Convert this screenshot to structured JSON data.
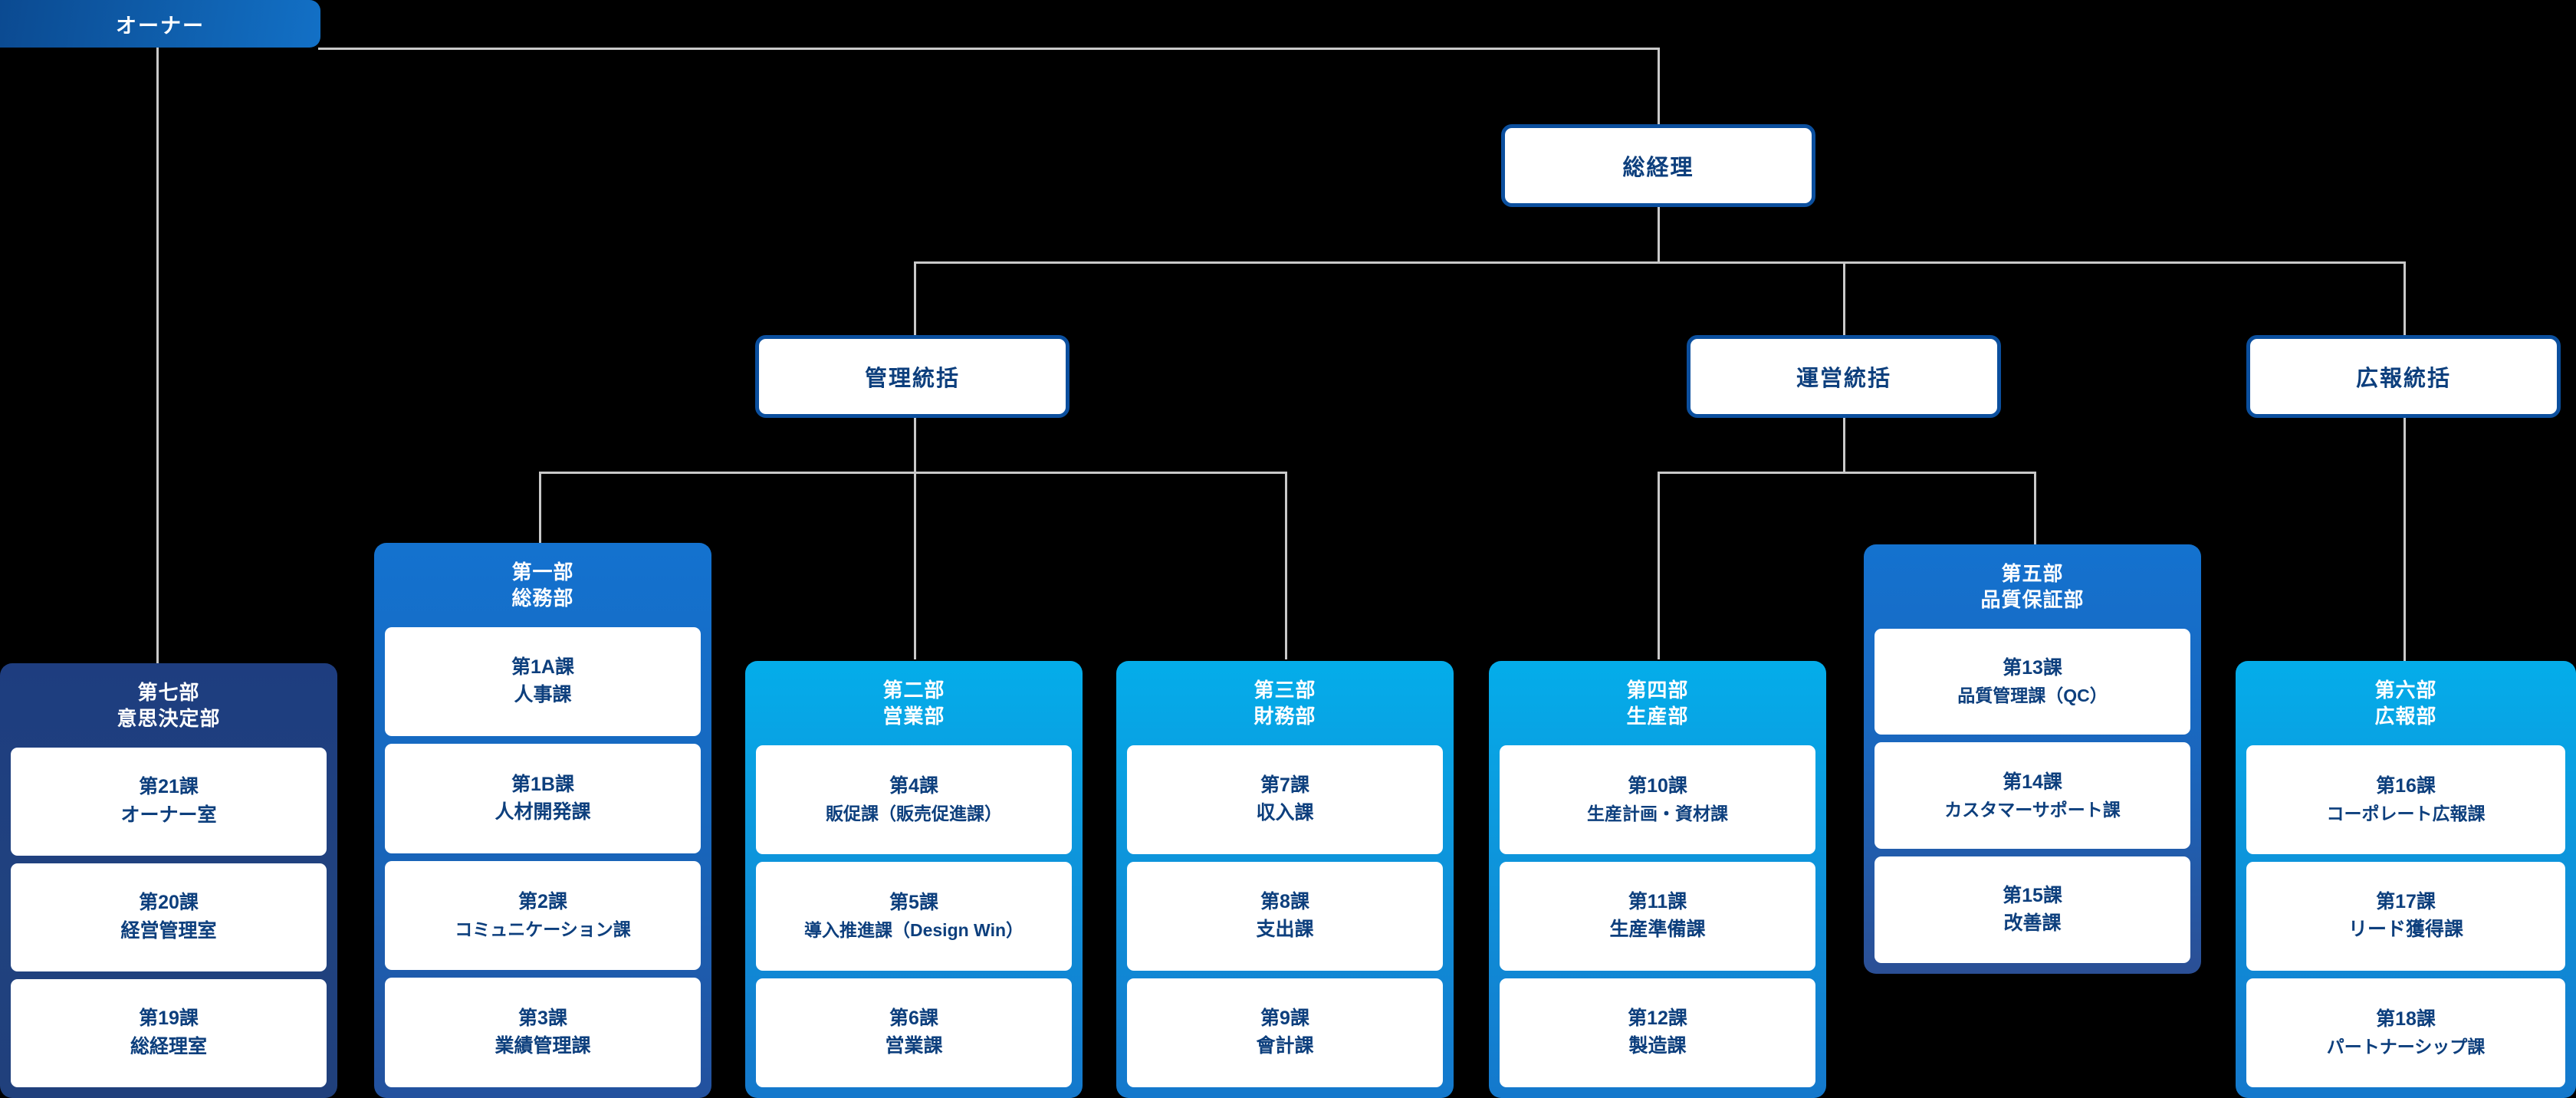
{
  "owner": {
    "label": "オーナー"
  },
  "executives": [
    {
      "id": "ceo",
      "label": "総経理"
    },
    {
      "id": "kanri",
      "label": "管理統括"
    },
    {
      "id": "unei",
      "label": "運営統括"
    },
    {
      "id": "kouhou",
      "label": "広報統括"
    }
  ],
  "departments": [
    {
      "id": "dept7",
      "code": "第七部",
      "name": "意思決定部",
      "theme": "navy",
      "units": [
        {
          "code": "第21課",
          "name": "オーナー室"
        },
        {
          "code": "第20課",
          "name": "経営管理室"
        },
        {
          "code": "第19課",
          "name": "総経理室"
        }
      ]
    },
    {
      "id": "dept1",
      "code": "第一部",
      "name": "総務部",
      "theme": "blue",
      "units": [
        {
          "code": "第1A課",
          "name": "人事課"
        },
        {
          "code": "第1B課",
          "name": "人材開発課"
        },
        {
          "code": "第2課",
          "name": "コミュニケーション課"
        },
        {
          "code": "第3課",
          "name": "業績管理課"
        }
      ]
    },
    {
      "id": "dept2",
      "code": "第二部",
      "name": "営業部",
      "theme": "cyan",
      "units": [
        {
          "code": "第4課",
          "name": "販促課（販売促進課）"
        },
        {
          "code": "第5課",
          "name": "導入推進課（Design Win）"
        },
        {
          "code": "第6課",
          "name": "営業課"
        }
      ]
    },
    {
      "id": "dept3",
      "code": "第三部",
      "name": "財務部",
      "theme": "cyan",
      "units": [
        {
          "code": "第7課",
          "name": "収入課"
        },
        {
          "code": "第8課",
          "name": "支出課"
        },
        {
          "code": "第9課",
          "name": "會計課"
        }
      ]
    },
    {
      "id": "dept4",
      "code": "第四部",
      "name": "生産部",
      "theme": "cyan",
      "units": [
        {
          "code": "第10課",
          "name": "生産計画・資材課"
        },
        {
          "code": "第11課",
          "name": "生産準備課"
        },
        {
          "code": "第12課",
          "name": "製造課"
        }
      ]
    },
    {
      "id": "dept5",
      "code": "第五部",
      "name": "品質保証部",
      "theme": "blue2",
      "units": [
        {
          "code": "第13課",
          "name": "品質管理課（QC）"
        },
        {
          "code": "第14課",
          "name": "カスタマーサポート課"
        },
        {
          "code": "第15課",
          "name": "改善課"
        }
      ]
    },
    {
      "id": "dept6",
      "code": "第六部",
      "name": "広報部",
      "theme": "cyan",
      "units": [
        {
          "code": "第16課",
          "name": "コーポレート広報課"
        },
        {
          "code": "第17課",
          "name": "リード獲得課"
        },
        {
          "code": "第18課",
          "name": "パートナーシップ課"
        }
      ]
    }
  ],
  "colors": {
    "background": "#000000",
    "connector": "#c9c9c9",
    "exec_border": "#0b4f9e",
    "exec_text": "#0d3f7d",
    "navy": "#20427f",
    "blue": "#1472cf",
    "cyan": "#04adea"
  }
}
